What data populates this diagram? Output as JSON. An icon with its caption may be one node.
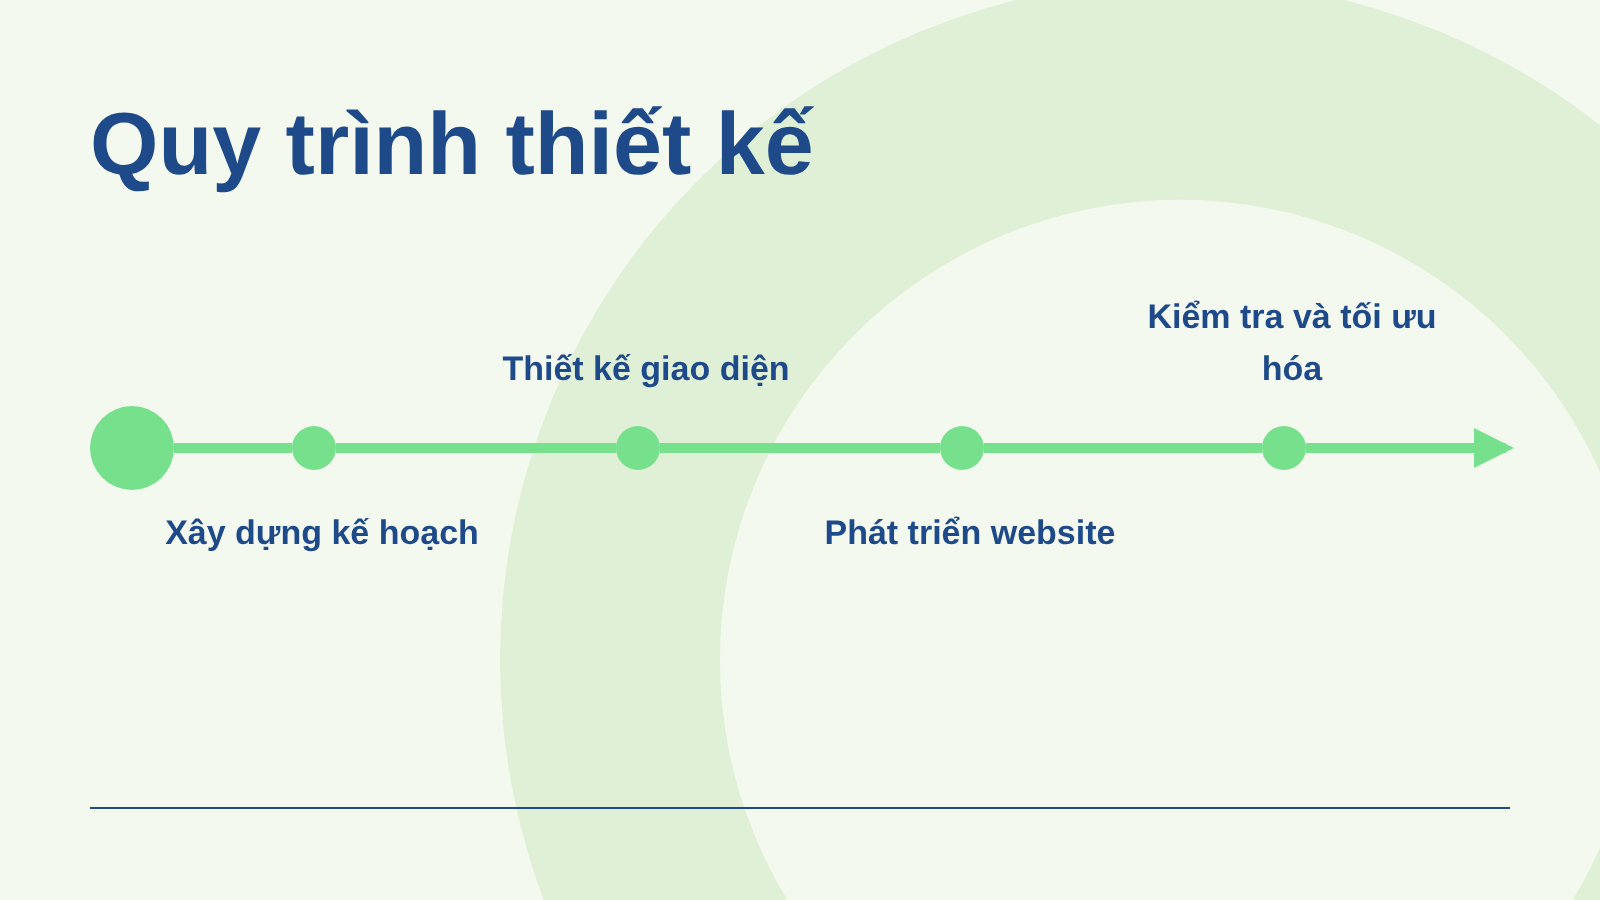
{
  "diagram": {
    "title": "Quy trình thiết kế",
    "nodes": [
      {
        "text": [],
        "shape": "circle"
      },
      {
        "text": [],
        "shape": "circle",
        "beside": [
          "Xây dựng kế hoạch"
        ]
      },
      {
        "text": [],
        "shape": "circle",
        "beside": [
          "Thiết kế giao diện"
        ]
      },
      {
        "text": [],
        "shape": "circle",
        "beside": [
          "Phát triển website"
        ]
      },
      {
        "text": [],
        "shape": "circle",
        "beside": [
          "Kiểm tra và tối ưu hóa"
        ]
      }
    ],
    "edges": [
      {
        "from": 0,
        "to": 1,
        "arrow": "none"
      },
      {
        "from": 1,
        "to": 2,
        "arrow": "none"
      },
      {
        "from": 2,
        "to": 3,
        "arrow": "none"
      },
      {
        "from": 3,
        "to": 4,
        "arrow": "none"
      },
      {
        "from": 4,
        "to": null,
        "arrow": "to"
      }
    ]
  }
}
